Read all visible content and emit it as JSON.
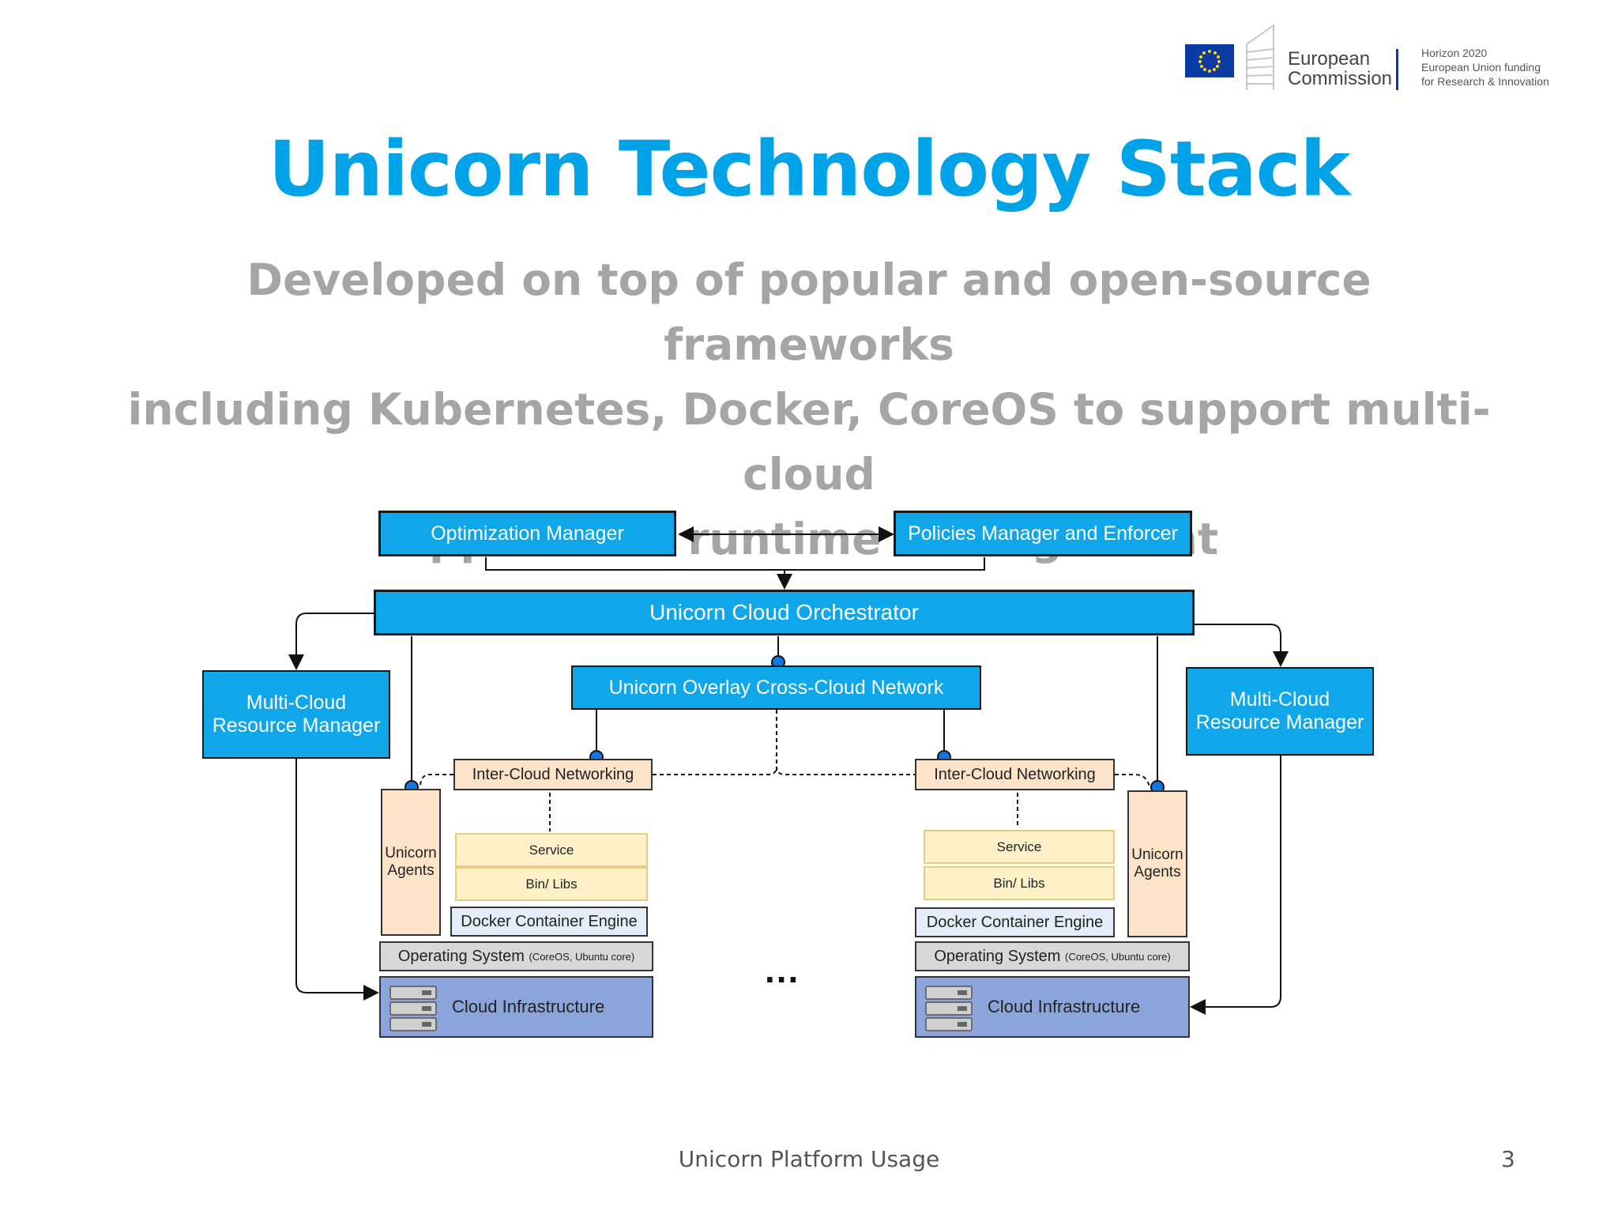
{
  "header": {
    "logo": {
      "line1": "European",
      "line2": "Commission",
      "program_line1": "Horizon 2020",
      "program_line2": "European Union funding",
      "program_line3": "for Research & Innovation"
    }
  },
  "title": "Unicorn Technology Stack",
  "subtitle": {
    "line1": "Developed on top of popular and open-source frameworks",
    "line2": "including Kubernetes, Docker, CoreOS to support multi-cloud",
    "line3": "application runtime management"
  },
  "diagram": {
    "optimization_manager": "Optimization Manager",
    "policies_manager": "Policies Manager and Enforcer",
    "cloud_orchestrator": "Unicorn Cloud Orchestrator",
    "overlay_network": "Unicorn Overlay Cross-Cloud Network",
    "resource_manager_left": {
      "line1": "Multi-Cloud",
      "line2": "Resource Manager"
    },
    "resource_manager_right": {
      "line1": "Multi-Cloud",
      "line2": "Resource Manager"
    },
    "left_stack": {
      "inter_cloud": "Inter-Cloud Networking",
      "agents": {
        "line1": "Unicorn",
        "line2": "Agents"
      },
      "service": "Service",
      "bin_libs": "Bin/ Libs",
      "docker": "Docker Container Engine",
      "os": "Operating System",
      "os_detail": "(CoreOS, Ubuntu core)",
      "infra": "Cloud Infrastructure"
    },
    "right_stack": {
      "inter_cloud": "Inter-Cloud Networking",
      "agents": {
        "line1": "Unicorn",
        "line2": "Agents"
      },
      "service": "Service",
      "bin_libs": "Bin/ Libs",
      "docker": "Docker Container Engine",
      "os": "Operating System",
      "os_detail": "(CoreOS, Ubuntu core)",
      "infra": "Cloud Infrastructure"
    },
    "ellipsis": "..."
  },
  "footer": {
    "text": "Unicorn Platform Usage",
    "page_number": "3"
  },
  "colors": {
    "title": "#00a2e8",
    "subtitle": "#a5a5a5",
    "component_blue": "#0fa7ea",
    "peach": "#fde3c8",
    "yellow": "#fff1c7",
    "infra": "#8ba5da",
    "eu_blue": "#0a3aa4"
  }
}
